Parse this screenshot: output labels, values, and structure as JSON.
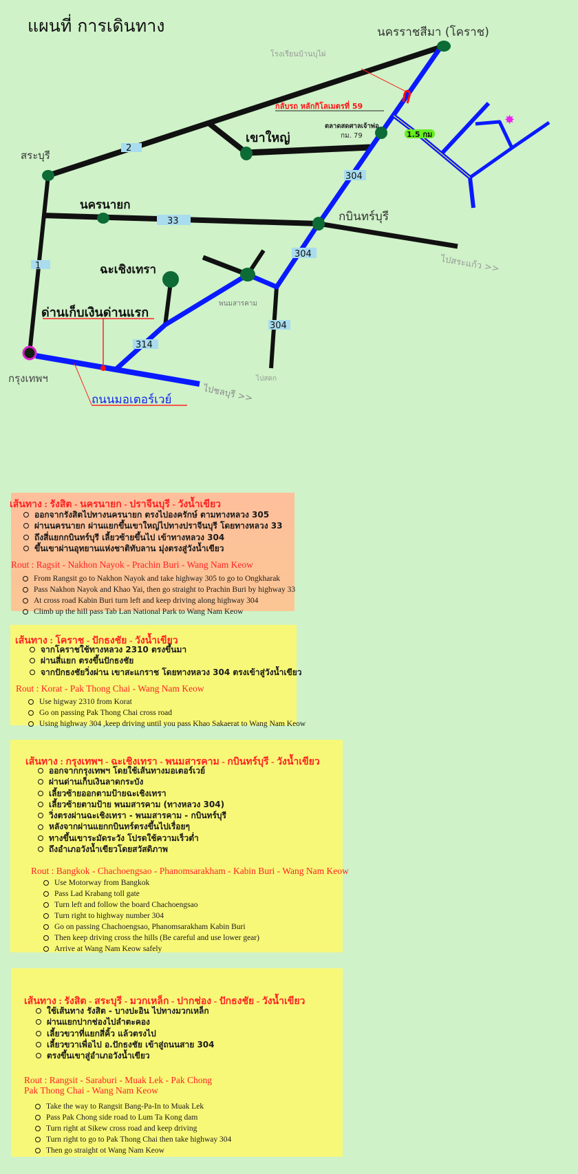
{
  "colors": {
    "background": "#cff2c8",
    "route_blue": "#0a1aff",
    "road_black": "#111111",
    "node_green": "#0d6b35",
    "label_box": "#a8dcee",
    "accent_red": "#ff2222",
    "box_peach": "#fcc494",
    "box_yellow": "#f8f878",
    "badge_green": "#66ee22",
    "destination_magenta": "#ee22ee"
  },
  "map": {
    "title": "แผนที่ การเดินทาง",
    "labels": {
      "korat": "นครราชสีมา (โคราช)",
      "school": "โรงเรียนบ้านบุไผ่",
      "uturn": "กลับรถ หลักกิโลเมตรที่ 59",
      "market": "ตลาดสดศาลเจ้าพ่อ",
      "km79": "กม. 79",
      "distance": "1.5 กม",
      "khao_yai": "เขาใหญ่",
      "saraburi": "สระบุรี",
      "nakhon_nayok": "นครนายก",
      "kabin_buri": "กบินทร์บุรี",
      "to_sa_kaeo": "ไปสระแก้ว >>",
      "chachoengsao": "ฉะเชิงเทรา",
      "phanom_sarakham": "พนมสารคาม",
      "toll_gate": "ด่านเก็บเงินด่านแรก",
      "bangkok": "กรุงเทพฯ",
      "to_chonburi": "ไปชลบุรี >>",
      "to_south": "ไปสดก",
      "motorway": "ถนนมอเตอร์เวย์"
    },
    "highways": {
      "h2": "2",
      "h33": "33",
      "h1": "1",
      "h304a": "304",
      "h304b": "304",
      "h304c": "304",
      "h314": "314"
    }
  },
  "routes": [
    {
      "title": "เส้นทาง : รังสิต - นครนายก - ปราจีนบุรี - วังน้ำเขียว",
      "th_steps": [
        "ออกจากรังสิตไปทางนครนายก ตรงไปองครักษ์ ตามทางหลวง 305",
        "ผ่านนครนายก ผ่านแยกขึ้นเขาใหญ่ไปทางปราจีนบุรี โดยทางหลวง 33",
        "ถึงสี่แยกกบินทร์บุรี เลี้ยวซ้ายขึ้นไป เข้าทางหลวง 304",
        "ขึ้นเขาผ่านอุทยานแห่งชาติทับลาน มุ่งตรงสู่วังน้ำเขียว"
      ],
      "en_title": [
        "Rout : Ragsit - Nakhon Nayok - Prachin Buri - Wang Nam Keow"
      ],
      "en_steps": [
        "From Rangsit go to Nakhon Nayok and take highway 305 to go to Ongkharak",
        "Pass Nakhon Nayok and Khao Yai,  then go straight to Prachin Buri by highway 33",
        "At cross road Kabin Buri turn left and keep driving along highway 304",
        "Climb up the hill pass Tab Lan National Park to Wang Nam Keow"
      ]
    },
    {
      "title": "เส้นทาง : โคราช -  ปักธงชัย - วังน้ำเขียว",
      "th_steps": [
        "จากโคราชใช้ทางหลวง 2310 ตรงขึ้นมา",
        "ผ่านสี่แยก ตรงขึ้นปักธงชัย",
        "จากปักธงชัยวิ่งผ่าน เขาสะแกราช โดยทางหลวง 304 ตรงเข้าสู่วังน้ำเขียว"
      ],
      "en_title": [
        "Rout : Korat - Pak Thong Chai - Wang Nam Keow"
      ],
      "en_steps": [
        "Use higway 2310 from Korat",
        "Go on passing Pak Thong Chai cross road",
        "Using highway 304 ,keep driving until you pass Khao Sakaerat to Wang Nam Keow"
      ]
    },
    {
      "title": "เส้นทาง : กรุงเทพฯ - ฉะเชิงเทรา - พนมสารคาม - กบินทร์บุรี - วังน้ำเขียว",
      "th_steps": [
        "ออกจากกรุงเทพฯ โดยใช้เส้นทางมอเตอร์เวย์",
        "ผ่านด่านเก็บเงินลาดกระบัง",
        "เลี้ยวซ้ายออกตามป้ายฉะเชิงเทรา",
        "เลี้ยวซ้ายตามป้าย พนมสารคาม (ทางหลวง 304)",
        "วิ่งตรงผ่านฉะเชิงเทรา -  พนมสารคาม - กบินทร์บุรี",
        "หลังจากผ่านแยกกบินทร์ตรงขึ้นไปเรื่อยๆ",
        "ทางขึ้นเขาระมัดระวัง โปรดใช้ความเร็วต่ำ",
        "ถึงอำเภอวังน้ำเขียวโดยสวัสดิภาพ"
      ],
      "en_title": [
        "Rout : Bangkok - Chachoengsao - Phanomsarakham -  Kabin Buri - Wang Nam Keow"
      ],
      "en_steps": [
        "Use Motorway from Bangkok",
        "Pass Lad Krabang toll gate",
        "Turn left and follow the board Chachoengsao",
        "Turn right to highway number 304",
        "Go on passing Chachoengsao, Phanomsarakham Kabin Buri",
        "Then keep driving cross the hills (Be careful and use lower gear)",
        "Arrive at Wang Nam Keow safely"
      ]
    },
    {
      "title": "เส้นทาง : รังสิต -  สระบุรี - มวกเหล็ก - ปากช่อง - ปักธงชัย - วังน้ำเขียว",
      "th_steps": [
        "ใช้เส้นทาง รังสิต - บางปะอิน ไปทางมวกเหล็ก",
        "ผ่านแยกปากช่องไปลำตะคอง",
        "เลี้ยวขวาที่แยกสี่คิ้ว แล้วตรงไป",
        "เลี้ยวขวาเพื่อไป อ.ปักธงชัย เข้าสู่ถนนสาย 304",
        "ตรงขึ้นเขาสู่อำเภอวังน้ำเขียว"
      ],
      "en_title": [
        "Rout : Rangsit - Saraburi -  Muak Lek - Pak Chong",
        "Pak Thong Chai - Wang Nam Keow"
      ],
      "en_steps": [
        "Take the way to Rangsit Bang-Pa-In to Muak Lek",
        "Pass Pak Chong side road to Lum Ta Kong dam",
        "Turn right at Sikew cross road and keep driving",
        "Turn right to go to Pak Thong Chai then take highway 304",
        "Then go straight ot Wang Nam Keow"
      ]
    }
  ]
}
